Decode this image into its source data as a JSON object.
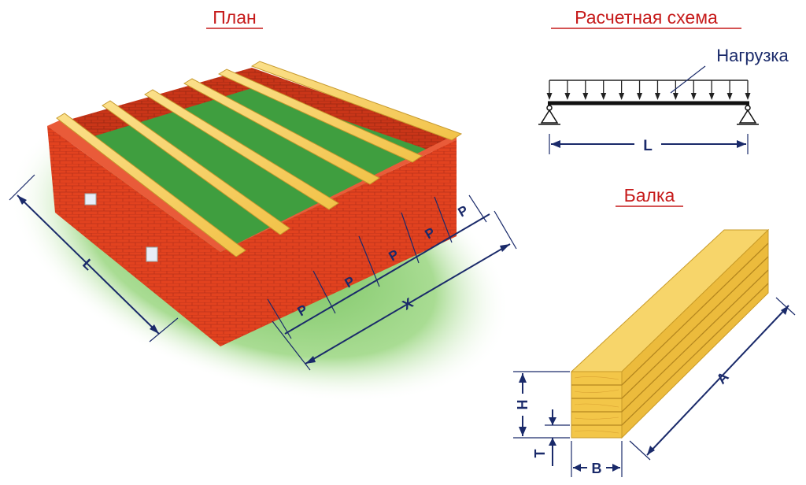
{
  "titles": {
    "plan": "План",
    "scheme": "Расчетная схема",
    "beam": "Балка"
  },
  "scheme": {
    "load_label": "Нагрузка",
    "span_label": "L"
  },
  "plan": {
    "length_label": "L",
    "total_label": "X",
    "spacing_labels": [
      "P",
      "P",
      "P",
      "P",
      "P"
    ]
  },
  "beam": {
    "length_label": "A",
    "height_label": "H",
    "width_label": "B",
    "layer_label": "T"
  },
  "colors": {
    "title": "#c61a1a",
    "dimension": "#1a2a6a",
    "brick": "#e2421f",
    "timber": "#f0c75a",
    "floor": "#3f9e3f",
    "ground": "#8fd07a"
  }
}
